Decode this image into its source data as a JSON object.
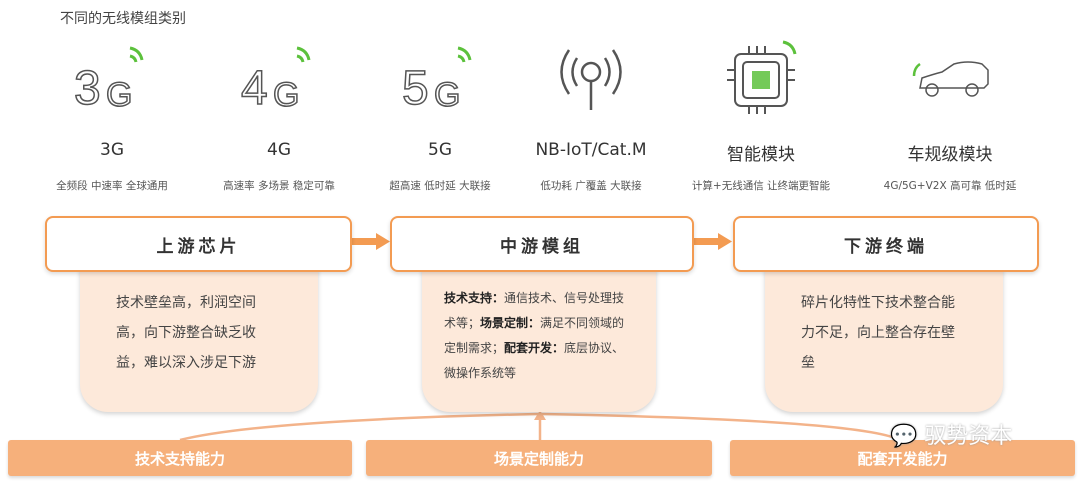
{
  "title": "不同的无线模组类别",
  "modules": [
    {
      "label": "3G",
      "desc": "全频段 中速率 全球通用",
      "icon": "3g-icon"
    },
    {
      "label": "4G",
      "desc": "高速率 多场景 稳定可靠",
      "icon": "4g-icon"
    },
    {
      "label": "5G",
      "desc": "超高速 低时延 大联接",
      "icon": "5g-icon"
    },
    {
      "label": "NB-IoT/Cat.M",
      "desc": "低功耗 广覆盖 大联接",
      "icon": "antenna-icon"
    },
    {
      "label": "智能模块",
      "desc": "计算+无线通信 让终端更智能",
      "icon": "chip-icon"
    },
    {
      "label": "车规级模块",
      "desc": "4G/5G+V2X 高可靠 低时延",
      "icon": "car-icon"
    }
  ],
  "chain": {
    "upstream": {
      "title": "上游芯片",
      "text": "技术壁垒高，利润空间高，向下游整合缺乏收益，难以深入涉足下游"
    },
    "midstream": {
      "title": "中游模组",
      "k1": "技术支持：",
      "t1": "通信技术、信号处理技术等；",
      "k2": "场景定制：",
      "t2": "满足不同领域的定制需求；",
      "k3": "配套开发：",
      "t3": "底层协议、微操作系统等"
    },
    "downstream": {
      "title": "下游终端",
      "text": "碎片化特性下技术整合能力不足，向上整合存在壁垒"
    }
  },
  "capabilities": [
    "技术支持能力",
    "场景定制能力",
    "配套开发能力"
  ],
  "watermark": "驭势资本",
  "colors": {
    "accent": "#f39b52",
    "peach": "#fde9da",
    "bar": "#f6b07b",
    "green": "#5cc13c"
  }
}
